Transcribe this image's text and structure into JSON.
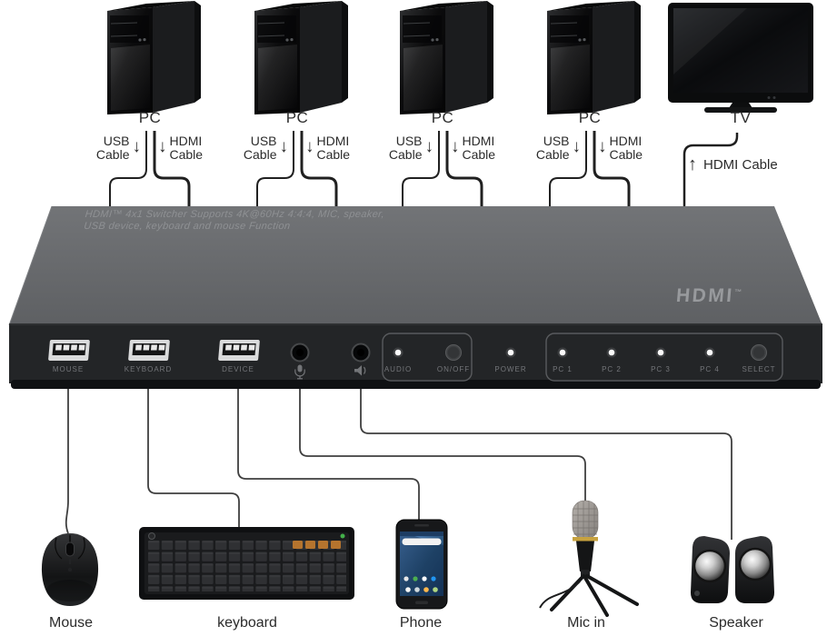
{
  "diagram": {
    "pcs": [
      {
        "label": "PC"
      },
      {
        "label": "PC"
      },
      {
        "label": "PC"
      },
      {
        "label": "PC"
      }
    ],
    "tv": {
      "label": "TV"
    },
    "cable_labels": {
      "usb_line1": "USB",
      "usb_line2": "Cable",
      "hdmi_line1": "HDMI",
      "hdmi_line2": "Cable",
      "down_arrow": "↓",
      "up_arrow": "↑",
      "tv_cable": "HDMI Cable"
    },
    "switcher": {
      "description_line1": "HDMI™ 4x1 Switcher Supports 4K@60Hz 4:4:4, MIC, speaker,",
      "description_line2": "USB device, keyboard and mouse Function",
      "logo": "HDMI",
      "logo_tm": "™",
      "usb_ports": [
        {
          "label": "MOUSE"
        },
        {
          "label": "KEYBOARD"
        },
        {
          "label": "DEVICE"
        }
      ],
      "controls": {
        "audio": "AUDIO",
        "onoff": "ON/OFF",
        "power": "POWER",
        "pc_leds": [
          "PC 1",
          "PC 2",
          "PC 3",
          "PC 4"
        ],
        "select": "SELECT"
      }
    },
    "peripherals": [
      {
        "label": "Mouse"
      },
      {
        "label": "keyboard"
      },
      {
        "label": "Phone"
      },
      {
        "label": "Mic in"
      },
      {
        "label": "Speaker"
      }
    ],
    "colors": {
      "background": "#ffffff",
      "cable": "#202020",
      "connection_line": "#3f3f3f",
      "switcher_top": "#6a6c6f",
      "switcher_front": "#232527",
      "panel_label": "#74767a",
      "led_on": "#ffffff",
      "diagram_label": "#2e2e2e"
    }
  }
}
